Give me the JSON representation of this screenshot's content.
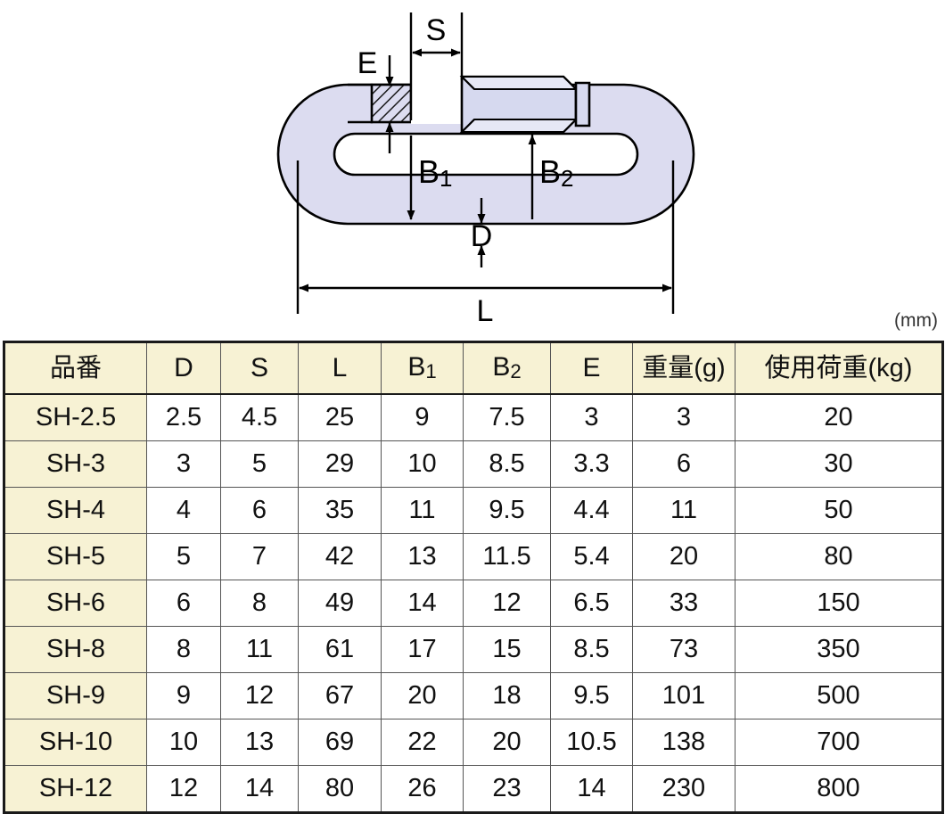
{
  "unit_note": "(mm)",
  "drawing": {
    "labels": {
      "s": "S",
      "e": "E",
      "b1_base": "B",
      "b1_sub": "1",
      "b2_base": "B",
      "b2_sub": "2",
      "d": "D",
      "l": "L"
    },
    "colors": {
      "ring_fill": "#dcdcf0",
      "nut_fill": "#d6d9ef",
      "outline": "#000000",
      "hatch": "#1a1a1a"
    },
    "description": "quick-link chain connector cross-section with dimension callouts"
  },
  "table": {
    "headers": [
      "品番",
      "D",
      "S",
      "L",
      "B1",
      "B2",
      "E",
      "重量(g)",
      "使用荷重(kg)"
    ],
    "header_parts": {
      "b1_base": "B",
      "b1_sub": "1",
      "b2_base": "B",
      "b2_sub": "2"
    },
    "rows": [
      {
        "part": "SH-2.5",
        "D": "2.5",
        "S": "4.5",
        "L": "25",
        "B1": "9",
        "B2": "7.5",
        "E": "3",
        "weight": "3",
        "load": "20"
      },
      {
        "part": "SH-3",
        "D": "3",
        "S": "5",
        "L": "29",
        "B1": "10",
        "B2": "8.5",
        "E": "3.3",
        "weight": "6",
        "load": "30"
      },
      {
        "part": "SH-4",
        "D": "4",
        "S": "6",
        "L": "35",
        "B1": "11",
        "B2": "9.5",
        "E": "4.4",
        "weight": "11",
        "load": "50"
      },
      {
        "part": "SH-5",
        "D": "5",
        "S": "7",
        "L": "42",
        "B1": "13",
        "B2": "11.5",
        "E": "5.4",
        "weight": "20",
        "load": "80"
      },
      {
        "part": "SH-6",
        "D": "6",
        "S": "8",
        "L": "49",
        "B1": "14",
        "B2": "12",
        "E": "6.5",
        "weight": "33",
        "load": "150"
      },
      {
        "part": "SH-8",
        "D": "8",
        "S": "11",
        "L": "61",
        "B1": "17",
        "B2": "15",
        "E": "8.5",
        "weight": "73",
        "load": "350"
      },
      {
        "part": "SH-9",
        "D": "9",
        "S": "12",
        "L": "67",
        "B1": "20",
        "B2": "18",
        "E": "9.5",
        "weight": "101",
        "load": "500"
      },
      {
        "part": "SH-10",
        "D": "10",
        "S": "13",
        "L": "69",
        "B1": "22",
        "B2": "20",
        "E": "10.5",
        "weight": "138",
        "load": "700"
      },
      {
        "part": "SH-12",
        "D": "12",
        "S": "14",
        "L": "80",
        "B1": "26",
        "B2": "23",
        "E": "14",
        "weight": "230",
        "load": "800"
      }
    ],
    "colors": {
      "header_bg": "#f7f2d4",
      "partcol_bg": "#f7f2d4",
      "cell_bg": "#ffffff",
      "grid": "#555555",
      "frame": "#1a1a1a"
    }
  }
}
